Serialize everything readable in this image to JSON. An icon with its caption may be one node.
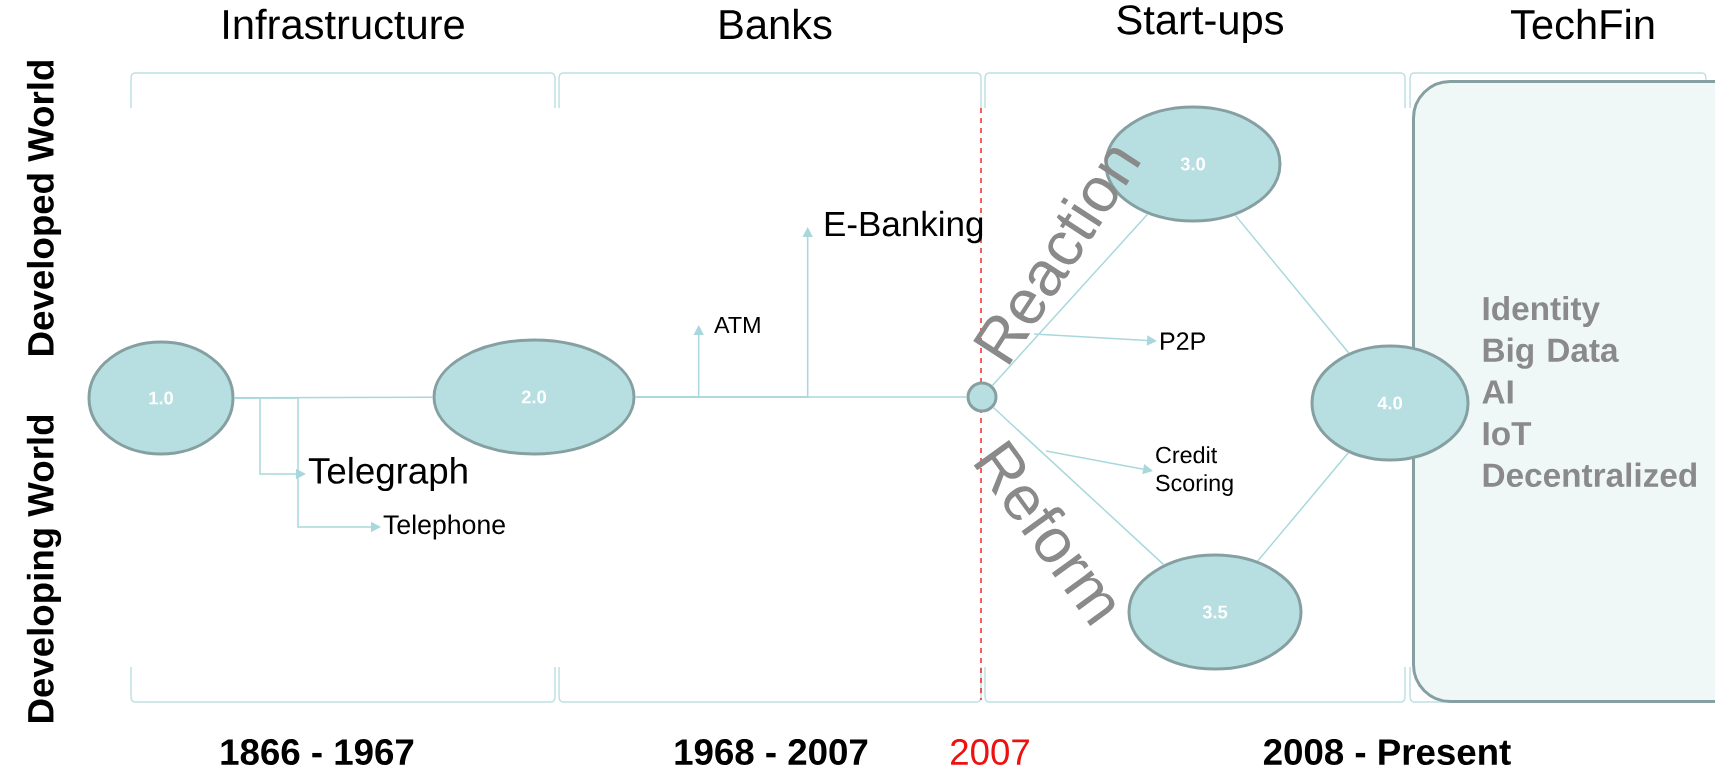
{
  "diagram": {
    "nodes": [
      {
        "text": [
          "1.0"
        ]
      },
      {
        "text": [
          "Telegraph"
        ]
      },
      {
        "text": [
          "Telephone"
        ]
      },
      {
        "text": [
          "2.0"
        ]
      },
      {
        "text": [
          "ATM"
        ]
      },
      {
        "text": [
          "E-Banking"
        ]
      },
      {
        "text": [],
        "shape": "circle"
      },
      {
        "text": [
          "3.0"
        ]
      },
      {
        "text": [
          "P2P"
        ]
      },
      {
        "text": [
          "Credit Scoring"
        ]
      },
      {
        "text": [
          "3.5"
        ]
      },
      {
        "text": [
          "4.0"
        ]
      },
      {
        "text": [
          "Identity",
          "Big Data",
          "AI",
          "IoT",
          "Decentralized"
        ]
      }
    ],
    "edges": [
      {
        "from": 0,
        "to": 3,
        "arrow": "none"
      },
      {
        "from": 3,
        "to": 6,
        "arrow": "none"
      },
      {
        "from": 6,
        "to": 7,
        "arrow": "none",
        "label": "Reaction"
      },
      {
        "from": 6,
        "to": 10,
        "arrow": "none",
        "label": "Reform"
      },
      {
        "from": 7,
        "to": 11,
        "arrow": "none"
      },
      {
        "from": 10,
        "to": 11,
        "arrow": "none"
      },
      {
        "from": 0,
        "to": 1,
        "arrow": "to"
      },
      {
        "from": 0,
        "to": 2,
        "arrow": "to"
      },
      {
        "from": 3,
        "to": 4,
        "arrow": "to"
      },
      {
        "from": 3,
        "to": 5,
        "arrow": "to"
      },
      {
        "from": null,
        "to": 8,
        "arrow": "to"
      },
      {
        "from": null,
        "to": 9,
        "arrow": "to"
      }
    ],
    "labels": [
      "Infrastructure",
      "Banks",
      "Start-ups",
      "TechFin",
      "Developed World",
      "Developing World",
      "1866 - 1967",
      "1968 - 2007",
      "2007",
      "2008 - Present"
    ]
  }
}
